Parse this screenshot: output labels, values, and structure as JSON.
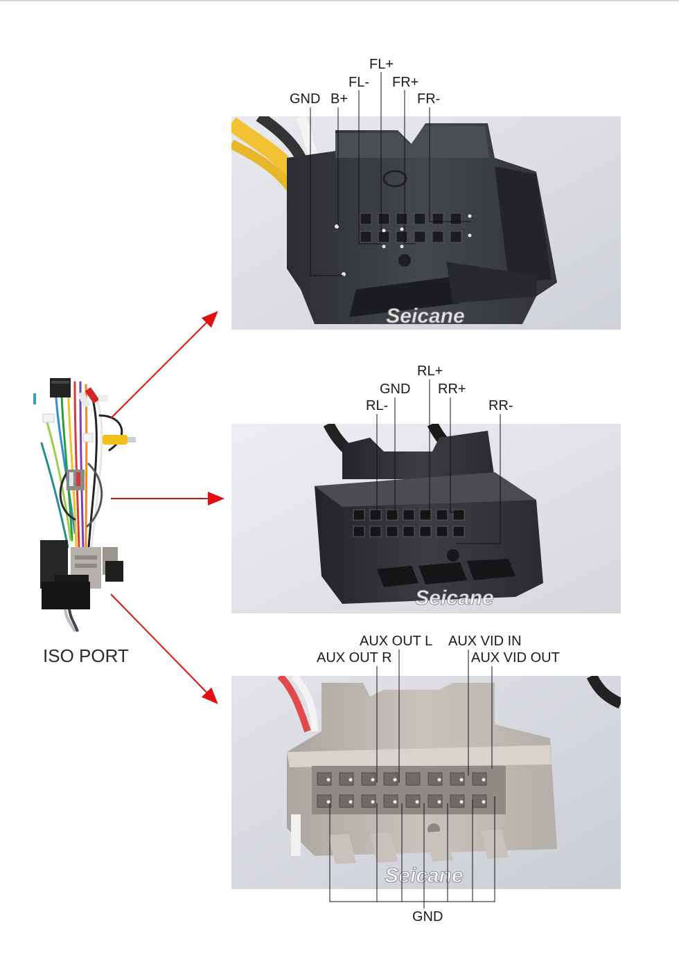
{
  "harness": {
    "caption": "ISO PORT"
  },
  "watermark": "Seicane",
  "connector1": {
    "pins": [
      "GND",
      "B+",
      "FL-",
      "FL+",
      "FR+",
      "FR-"
    ],
    "housing_color": "#3a3c40"
  },
  "connector2": {
    "pins": [
      "RL-",
      "GND",
      "RL+",
      "RR+",
      "RR-"
    ],
    "housing_color": "#2e3034"
  },
  "connector3": {
    "pins": [
      "AUX OUT R",
      "AUX OUT L",
      "AUX VID IN",
      "AUX VID OUT"
    ],
    "bottom_pin": "GND",
    "housing_color": "#b9b4ae"
  },
  "colors": {
    "arrow": "#e01010",
    "leader": "#111111"
  }
}
